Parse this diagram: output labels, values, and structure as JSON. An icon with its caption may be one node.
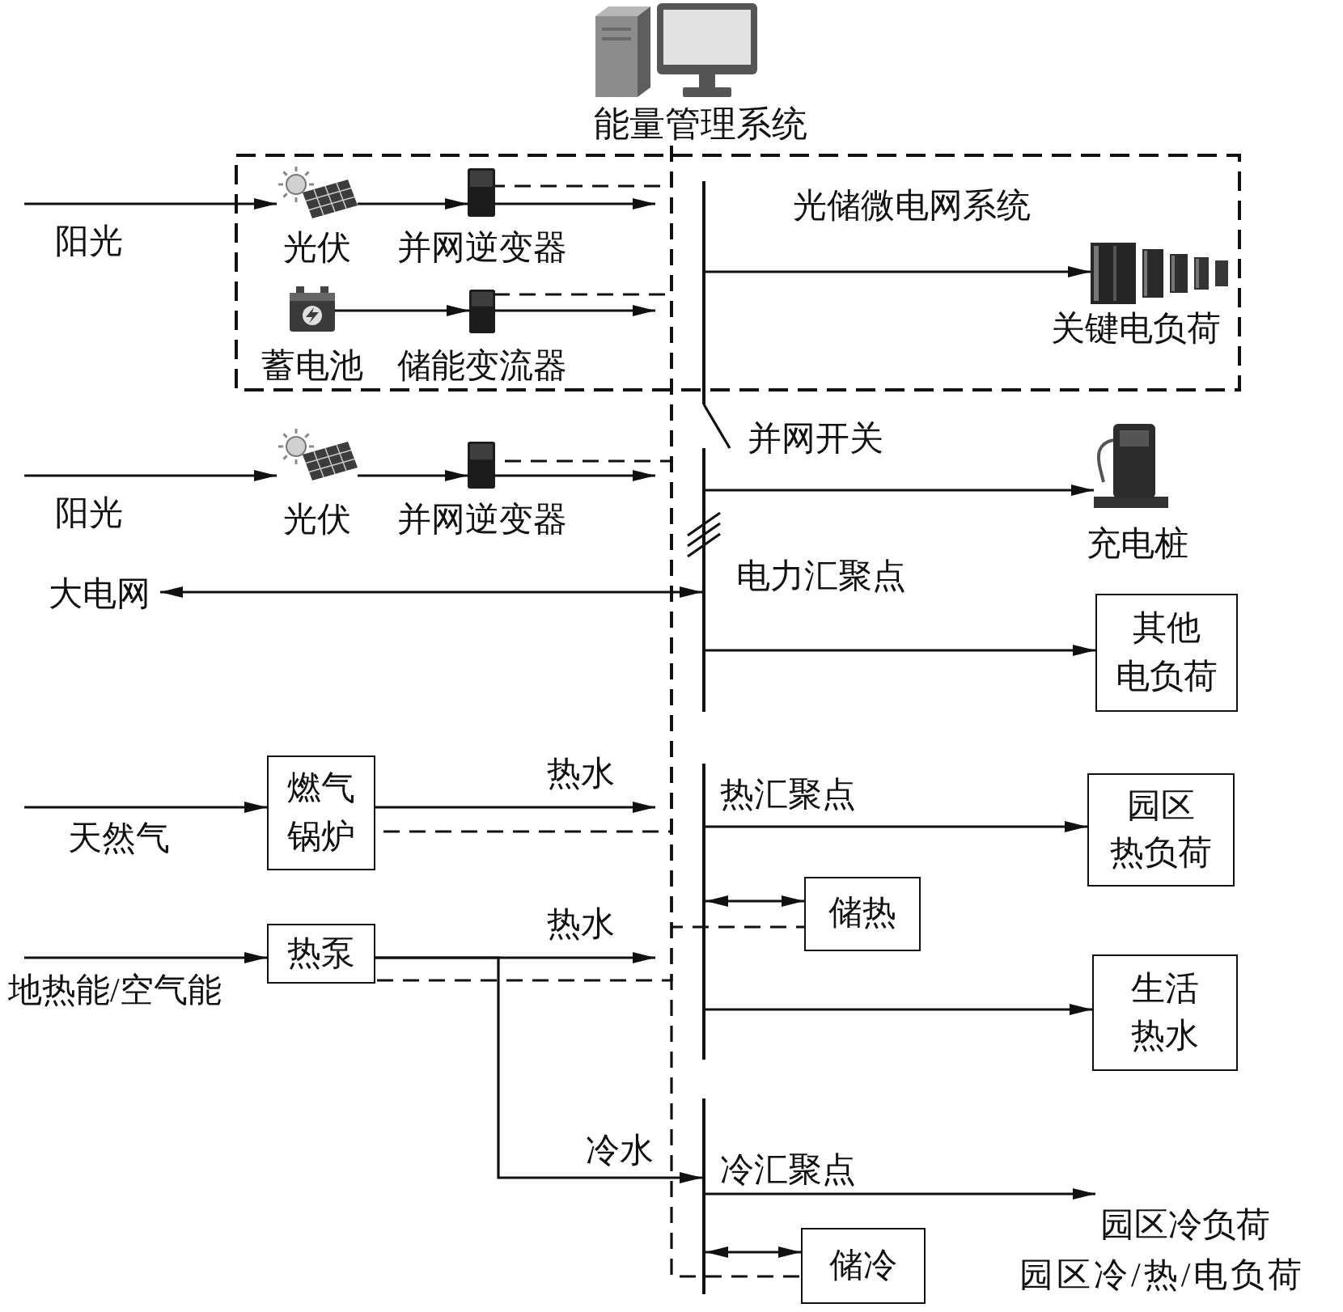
{
  "diagram": {
    "nodes": [
      {
        "text": [
          "能量管理系统"
        ]
      },
      {
        "text": [
          "光储微电网系统"
        ]
      },
      {
        "text": [],
        "shape": "picture",
        "in": 1,
        "beside": [
          "光伏"
        ]
      },
      {
        "text": [],
        "shape": "picture",
        "in": 1,
        "beside": [
          "并网逆变器"
        ]
      },
      {
        "text": [],
        "shape": "picture",
        "in": 1,
        "beside": [
          "蓄电池"
        ]
      },
      {
        "text": [],
        "shape": "picture",
        "in": 1,
        "beside": [
          "储能变流器"
        ]
      },
      {
        "text": [],
        "shape": "bar"
      },
      {
        "text": [],
        "shape": "picture",
        "in": 1,
        "beside": [
          "关键电负荷"
        ]
      },
      {
        "text": [],
        "shape": "picture",
        "beside": [
          "光伏"
        ]
      },
      {
        "text": [],
        "shape": "picture",
        "beside": [
          "并网逆变器"
        ]
      },
      {
        "text": [],
        "shape": "bar",
        "beside": [
          "电力汇聚点"
        ]
      },
      {
        "text": [],
        "shape": "picture",
        "beside": [
          "充电桩"
        ]
      },
      {
        "text": [
          "大电网"
        ]
      },
      {
        "text": [
          "其他电负荷"
        ]
      },
      {
        "text": [
          "燃气锅炉"
        ]
      },
      {
        "text": [],
        "shape": "bar",
        "beside": [
          "热汇聚点"
        ]
      },
      {
        "text": [
          "园区热负荷"
        ]
      },
      {
        "text": [
          "储热"
        ]
      },
      {
        "text": [
          "热泵"
        ]
      },
      {
        "text": [
          "生活热水"
        ]
      },
      {
        "text": [],
        "shape": "bar",
        "beside": [
          "冷汇聚点"
        ]
      },
      {
        "text": [
          "园区冷负荷"
        ]
      },
      {
        "text": [
          "储冷"
        ]
      }
    ],
    "edges": [
      {
        "from": null,
        "to": 2,
        "arrow": "to",
        "label": "阳光"
      },
      {
        "from": 2,
        "to": 3,
        "arrow": "to"
      },
      {
        "from": 3,
        "to": null,
        "arrow": "to"
      },
      {
        "from": 0,
        "to": 3,
        "arrow": "none",
        "style": "dashed"
      },
      {
        "from": 4,
        "to": 5,
        "arrow": "to"
      },
      {
        "from": 5,
        "to": null,
        "arrow": "to"
      },
      {
        "from": 0,
        "to": 5,
        "arrow": "none",
        "style": "dashed"
      },
      {
        "from": 6,
        "to": 7,
        "arrow": "to"
      },
      {
        "from": 6,
        "to": 10,
        "arrow": "none",
        "label": "并网开关"
      },
      {
        "from": null,
        "to": 8,
        "arrow": "to",
        "label": "阳光"
      },
      {
        "from": 8,
        "to": 9,
        "arrow": "to"
      },
      {
        "from": 9,
        "to": null,
        "arrow": "to"
      },
      {
        "from": 0,
        "to": 9,
        "arrow": "none",
        "style": "dashed"
      },
      {
        "from": 10,
        "to": 11,
        "arrow": "to"
      },
      {
        "from": 12,
        "to": 10,
        "arrow": "both"
      },
      {
        "from": 10,
        "to": 13,
        "arrow": "to"
      },
      {
        "from": null,
        "to": 14,
        "arrow": "to",
        "label": "天然气"
      },
      {
        "from": 14,
        "to": null,
        "arrow": "to",
        "label": "热水"
      },
      {
        "from": 0,
        "to": 14,
        "arrow": "none",
        "style": "dashed"
      },
      {
        "from": 15,
        "to": 16,
        "arrow": "to"
      },
      {
        "from": 15,
        "to": 17,
        "arrow": "both"
      },
      {
        "from": 0,
        "to": 17,
        "arrow": "none",
        "style": "dashed"
      },
      {
        "from": null,
        "to": 18,
        "arrow": "to",
        "label": "地热能/空气能"
      },
      {
        "from": 18,
        "to": null,
        "arrow": "to",
        "label": "热水"
      },
      {
        "from": 18,
        "to": 20,
        "arrow": "to",
        "label": "冷水"
      },
      {
        "from": 0,
        "to": 18,
        "arrow": "none",
        "style": "dashed"
      },
      {
        "from": 15,
        "to": 19,
        "arrow": "to"
      },
      {
        "from": 20,
        "to": 21,
        "arrow": "to"
      },
      {
        "from": 20,
        "to": 22,
        "arrow": "both"
      },
      {
        "from": 0,
        "to": 22,
        "arrow": "none",
        "style": "dashed"
      }
    ],
    "labels": [
      "园区冷/热/电负荷"
    ]
  }
}
